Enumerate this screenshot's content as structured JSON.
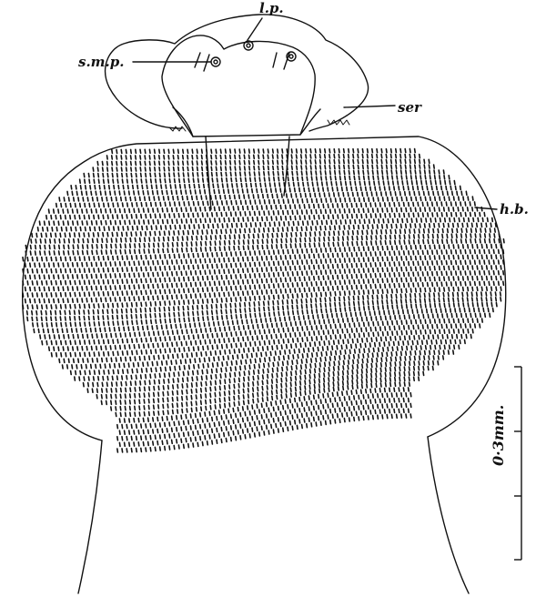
{
  "figure": {
    "labels": {
      "lp": "l.p.",
      "smp": "s.m.p.",
      "ser": "ser",
      "hb": "h.b."
    },
    "scale_bar": {
      "label": "0·3mm.",
      "ticks": 4
    },
    "colors": {
      "ink": "#111111",
      "paper": "#ffffff"
    }
  }
}
